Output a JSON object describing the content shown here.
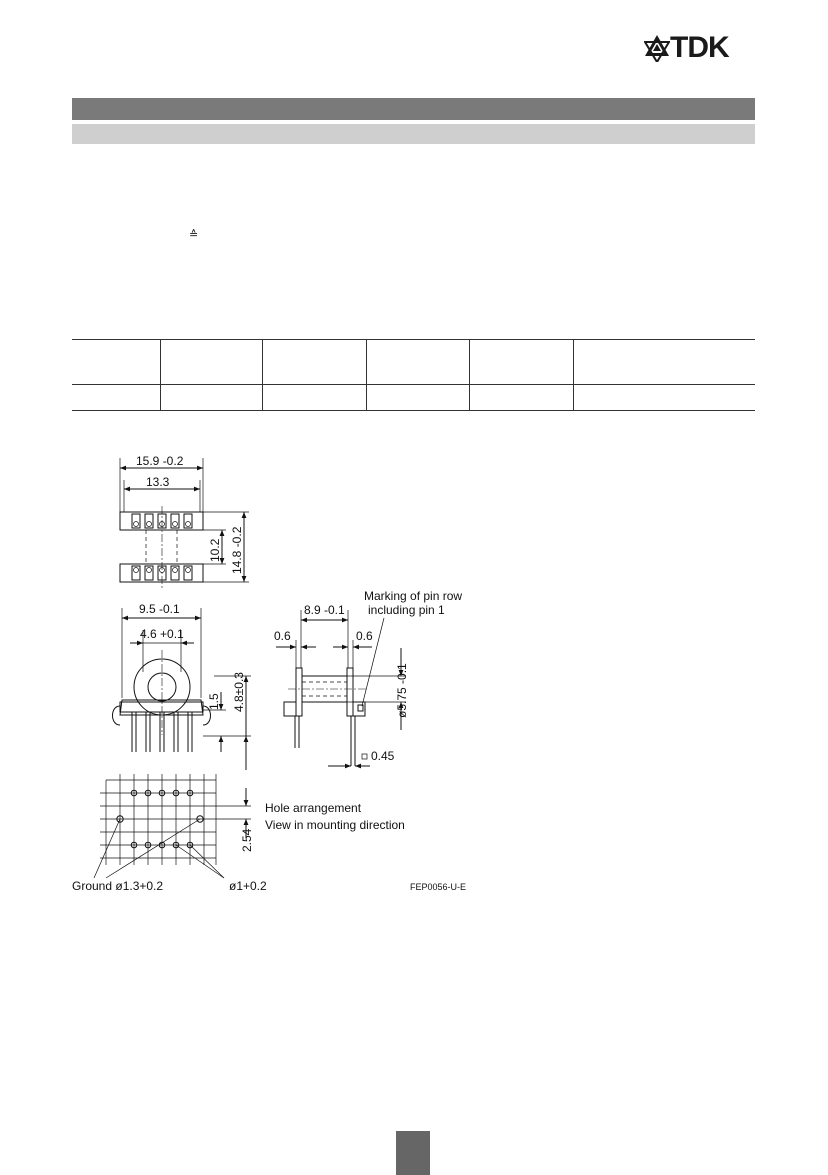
{
  "header": {
    "brand": "TDK"
  },
  "symbols": {
    "corresponds": "≙"
  },
  "drawing": {
    "dims": {
      "width_outer": "15.9 -0.2",
      "width_inner": "13.3",
      "height_inner": "10.2",
      "height_outer": "14.8 -0.2",
      "side_outer": "9.5 -0.1",
      "side_inner": "4.6 +0.1",
      "pin_offset": "1.5",
      "pin_height": "4.8±0.3",
      "flange_width": "8.9 -0.1",
      "flange_left": "0.6",
      "flange_right": "0.6",
      "core_diameter": "ø5.75 -0.1",
      "pin_square": "0.45"
    },
    "labels": {
      "marking_line1": "Marking of pin row",
      "marking_line2": "including pin 1",
      "hole_line1": "Hole arrangement",
      "hole_line2": "View in mounting direction",
      "grid_pitch": "2.54",
      "ground_hole": "Ground ø1.3+0.2",
      "pin_hole": "ø1+0.2",
      "drawing_code": "FEP0056-U-E"
    }
  }
}
